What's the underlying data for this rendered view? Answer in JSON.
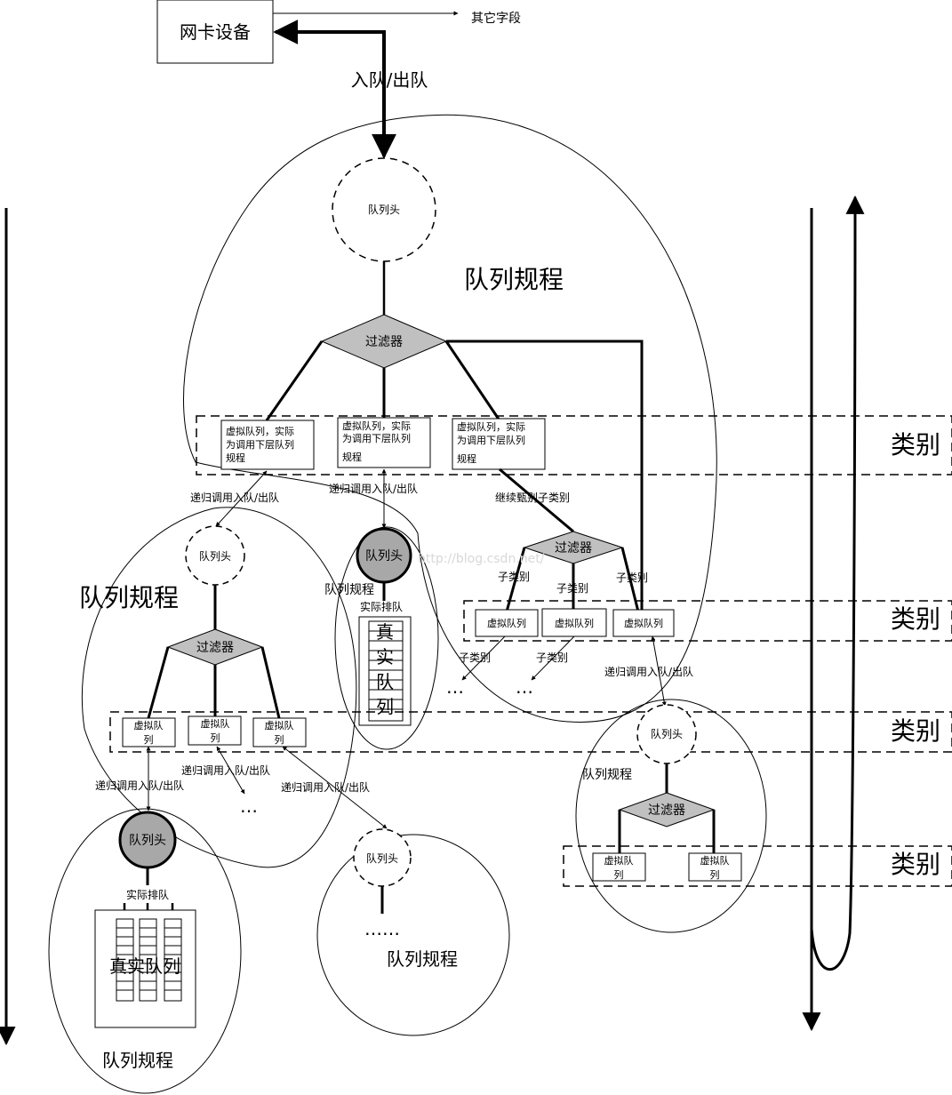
{
  "nic": {
    "label": "网卡设备",
    "other_fields": "其它字段",
    "enqueue_dequeue": "入队/出队"
  },
  "qdisc_label": "队列规程",
  "queue_head": "队列头",
  "filter": "过滤器",
  "class_label": "类别",
  "virtual_queue_long": [
    "虚拟队列，实际",
    "为调用下层队列",
    "规程"
  ],
  "virtual_queue": "虚拟队列",
  "virtual_queue_split": [
    "虚拟队",
    "列"
  ],
  "recursive_call": "递归调用入队/出队",
  "continue_classify": "继续甄别子类别",
  "subclass": "子类别",
  "real_queue": "真实队列",
  "real_queue_chars": [
    "真",
    "实",
    "队",
    "列"
  ],
  "actual_queueing": "实际排队",
  "ellipsis_short": "…",
  "ellipsis_long": "……",
  "watermark": "http://blog.csdn.net/"
}
